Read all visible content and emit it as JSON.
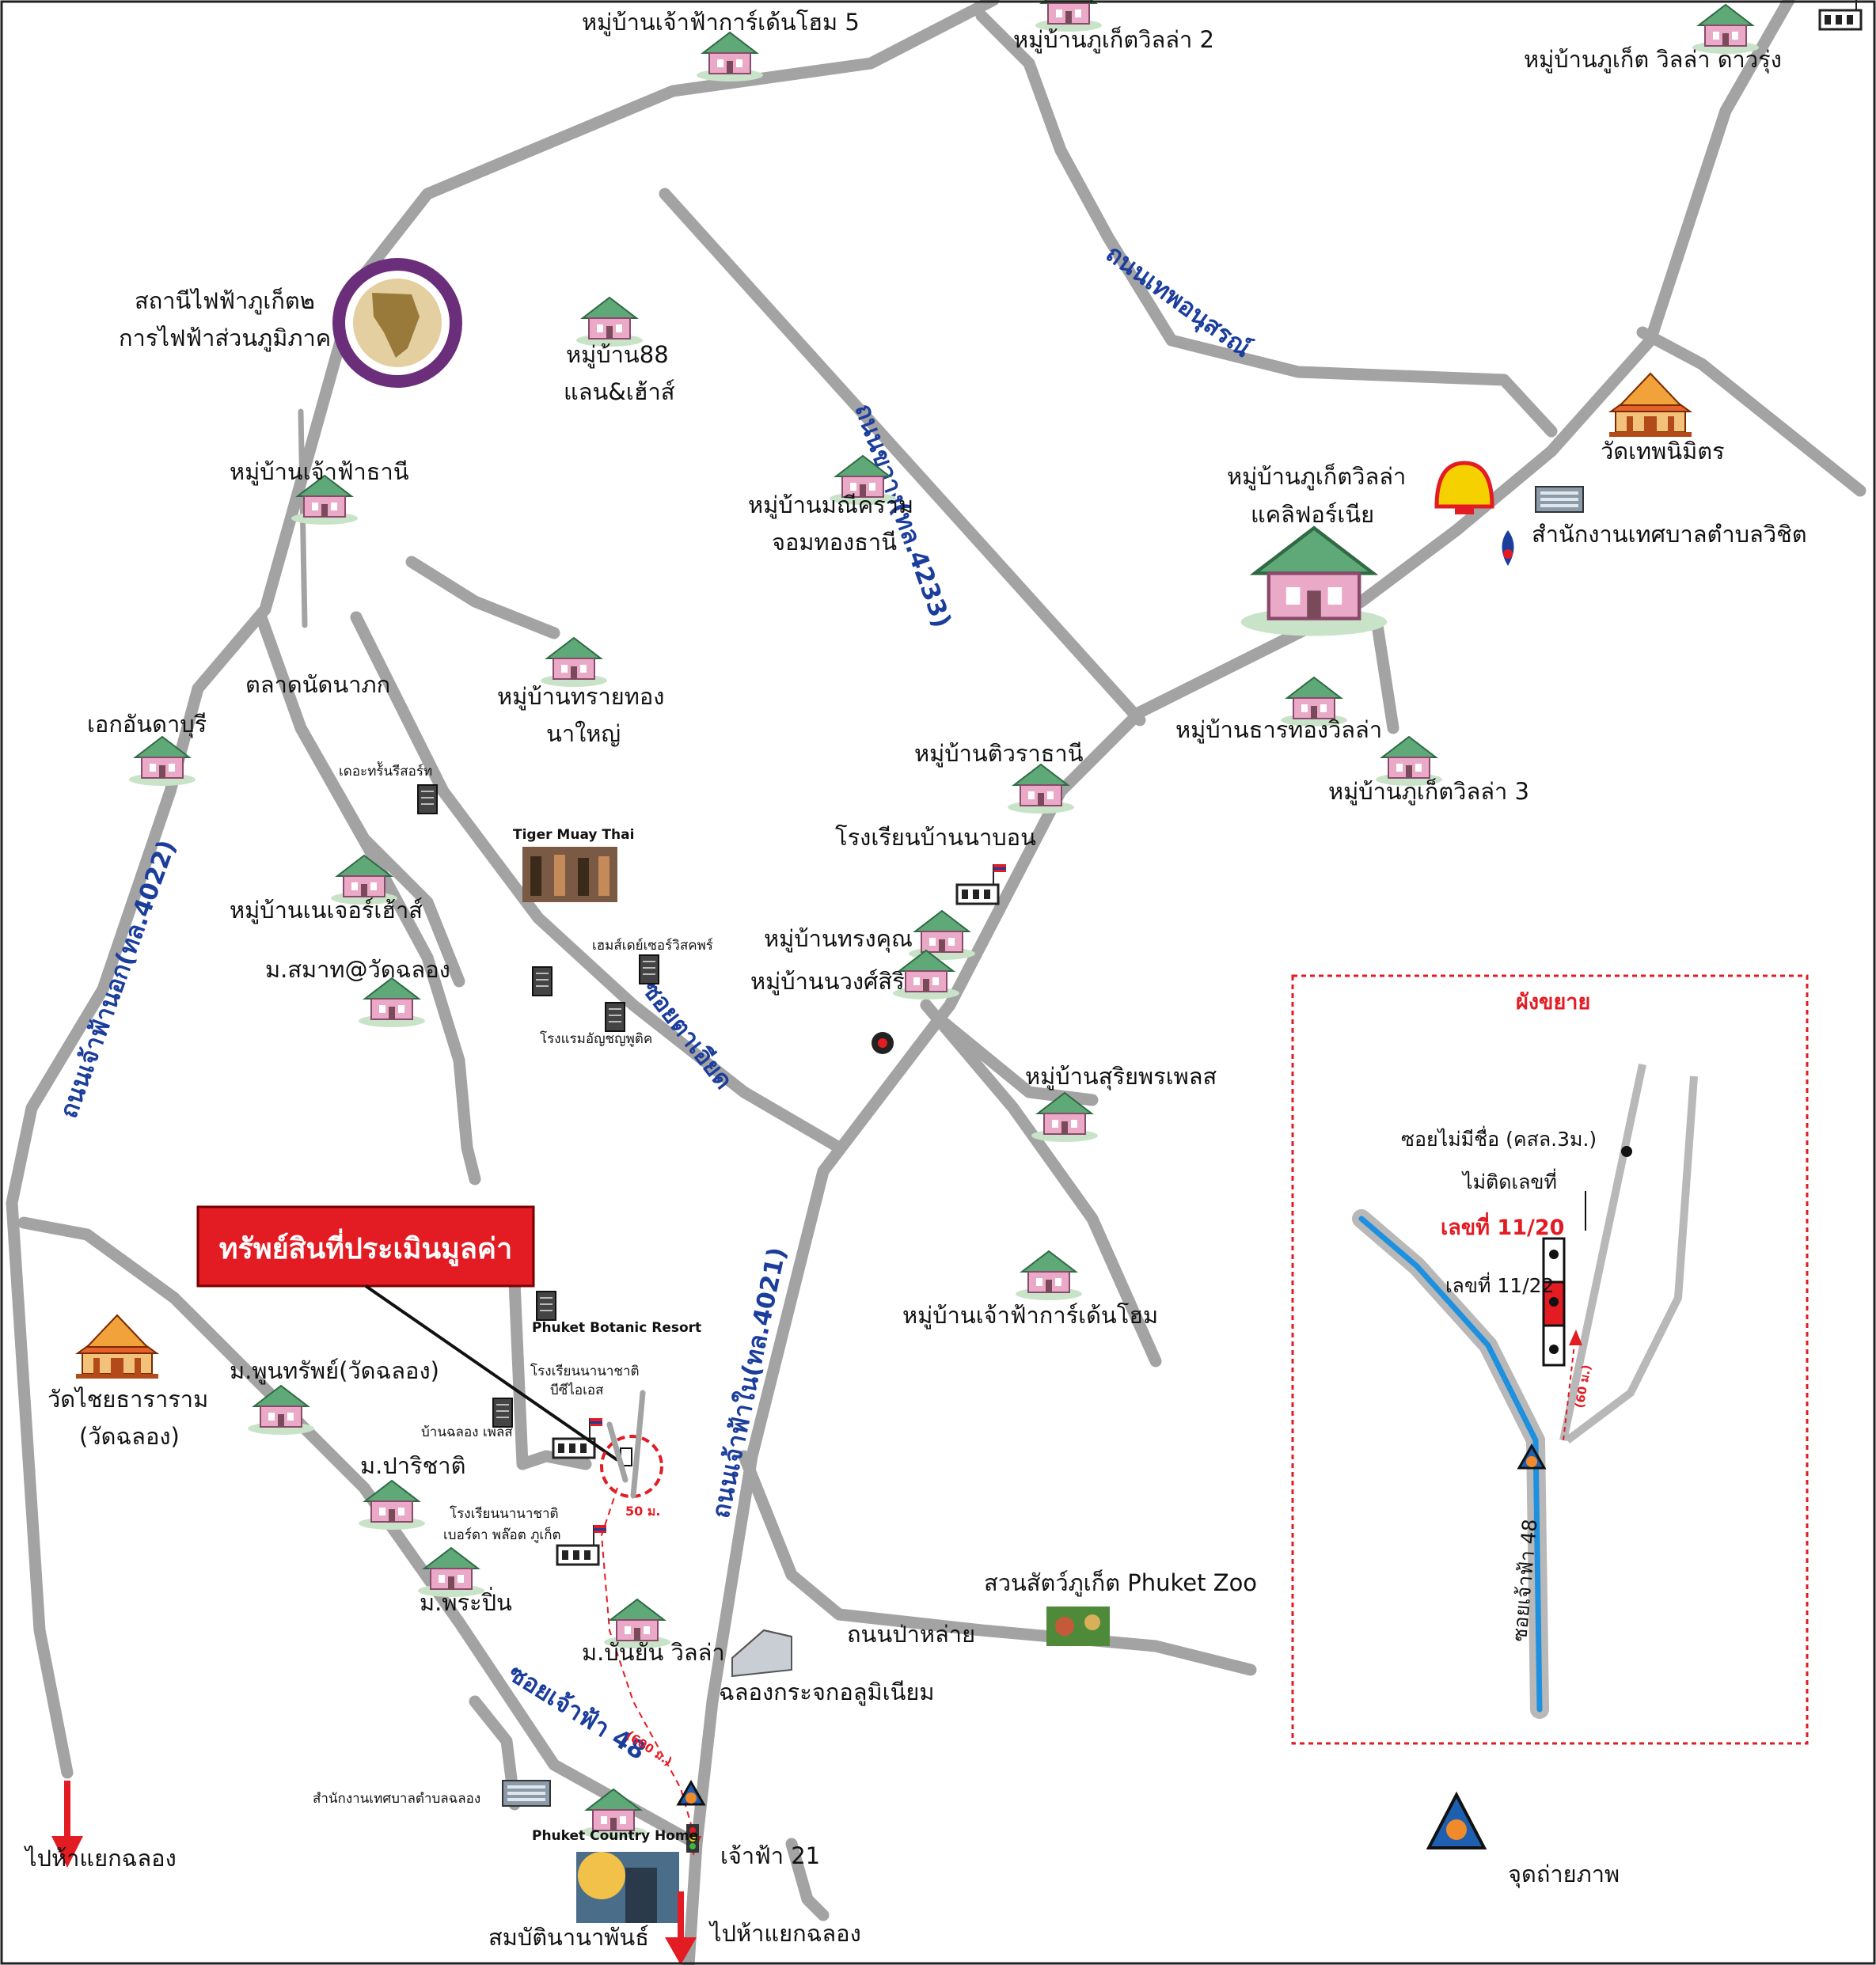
{
  "map": {
    "title_box": "ทรัพย์สินที่ประเมินมูลค่า",
    "roads": {
      "chaofa_west": "ถนนเจ้าฟ้านอก(ทล.4022)",
      "chaofa_east": "ถนนเจ้าฟ้าใน(ทล.4021)",
      "kwang": "ถนนขวาง(ทล.4233)",
      "thepanusorn": "ถนนเทพอนุสรณ์",
      "soi_ta_iat": "ซอยตาเอียด",
      "soi_chaofa48": "ซอยเจ้าฟ้า 48",
      "pa_lai": "ถนนป่าหล่าย"
    },
    "places": {
      "gardenhome5": "หมู่บ้านเจ้าฟ้าการ์เด้นโฮม 5",
      "phuketvilla2": "หมู่บ้านภูเก็ตวิลล่า 2",
      "phuketvilla_dawrung": "หมู่บ้านภูเก็ต วิลล่า ดาวรุ่ง",
      "pea_line1": "สถานีไฟฟ้าภูเก็ต๒",
      "pea_line2": "การไฟฟ้าส่วนภูมิภาค",
      "v88_line1": "หมู่บ้าน88",
      "v88_line2": "แลน&เฮ้าส์",
      "chaofathani": "หมู่บ้านเจ้าฟ้าธานี",
      "mani_line1": "หมู่บ้านมณีคราม",
      "mani_line2": "จอมทองธานี",
      "california_line1": "หมู่บ้านภูเก็ตวิลล่า",
      "california_line2": "แคลิฟอร์เนีย",
      "wat_thep": "วัดเทพนิมิตร",
      "municipal_wichit": "สำนักงานเทศบาลตำบลวิชิต",
      "saithong_line1": "หมู่บ้านทรายทอง",
      "saithong_line2": "นาใหญ่",
      "market": "ตลาดนัดนาภก",
      "ekanan": "เอกอันดาบุรี",
      "dorm": "เดอะทร้ันรีสอร์ท",
      "tiger": "Tiger Muay Thai",
      "nature": "หมู่บ้านเนเจอร์เฮ้าส์",
      "samat": "ม.สมาท@วัดฉลอง",
      "apartment1": "เฮมส์เดย์เซอร์วิสคพร์",
      "hotel1": "โรงแรมอัญชญพูติค",
      "tiwa": "หมู่บ้านติวราธานี",
      "school_nabon": "โรงเรียนบ้านนาบอน",
      "songkhun": "หมู่บ้านทรงคุณ",
      "wongsiri": "หมู่บ้านนวงศ์สิริ",
      "thanthong": "หมู่บ้านธารทองวิลล่า",
      "phuketvilla3": "หมู่บ้านภูเก็ตวิลล่า 3",
      "suriya": "หมู่บ้านสุริยพรเพลส",
      "gardenhome": "หมู่บ้านเจ้าฟ้าการ์เด้นโฮม",
      "botanic": "Phuket Botanic Resort",
      "school_intl_line1": "โรงเรียนนานาชาติ",
      "school_intl_line2": "บีซีไอเอส",
      "banchalong": "บ้านฉลอง เพลส",
      "wat_chai_line1": "วัดไชยธาราราม",
      "wat_chai_line2": "(วัดฉลอง)",
      "poonsap": "ม.พูนทรัพย์(วัดฉลอง)",
      "parichat": "ม.ปาริชาติ",
      "school_berta_line1": "โรงเรียนนานาชาติ",
      "school_berta_line2": "เบอร์ดา พล๊อต ภูเก็ต",
      "praphan": "ม.พระปิ่น",
      "banyan": "ม.บันยัน วิลล่า",
      "zoo": "สวนสัตว์ภูเก็ต Phuket Zoo",
      "aluminium": "ฉลองกระจกอลูมิเนียม",
      "municipal_chalong": "สำนักงานเทศบาลตำบลฉลอง",
      "countryhome": "Phuket Country Home",
      "chaofa21": "เจ้าฟ้า 21",
      "sombat": "สมบัตินานาพันธ์",
      "to_chalong_left": "ไปห้าแยกฉลอง",
      "to_chalong_bottom": "ไปห้าแยกฉลอง"
    },
    "distances": {
      "d50": "50 ม.",
      "d600": "(600 ม.)"
    }
  },
  "inset": {
    "title": "ผังขยาย",
    "soi_unnamed": "ซอยไม่มีชื่อ (คสล.3ม.)",
    "no_number": "ไม่ติดเลขที่",
    "house_1120": "เลขที่ 11/20",
    "house_1122": "เลขที่ 11/22",
    "road_label": "ซอยเจ้าฟ้า 48",
    "dist": "(60 ม.)"
  },
  "legend": {
    "photo_point": "จุดถ่ายภาพ"
  },
  "colors": {
    "road": "#a3a3a3",
    "road_label": "#1b3d9c",
    "accent_red": "#e31b23",
    "inset_blue_road": "#1e90e0",
    "village_roof": "#5fa877",
    "village_wall": "#e9a9c7"
  }
}
